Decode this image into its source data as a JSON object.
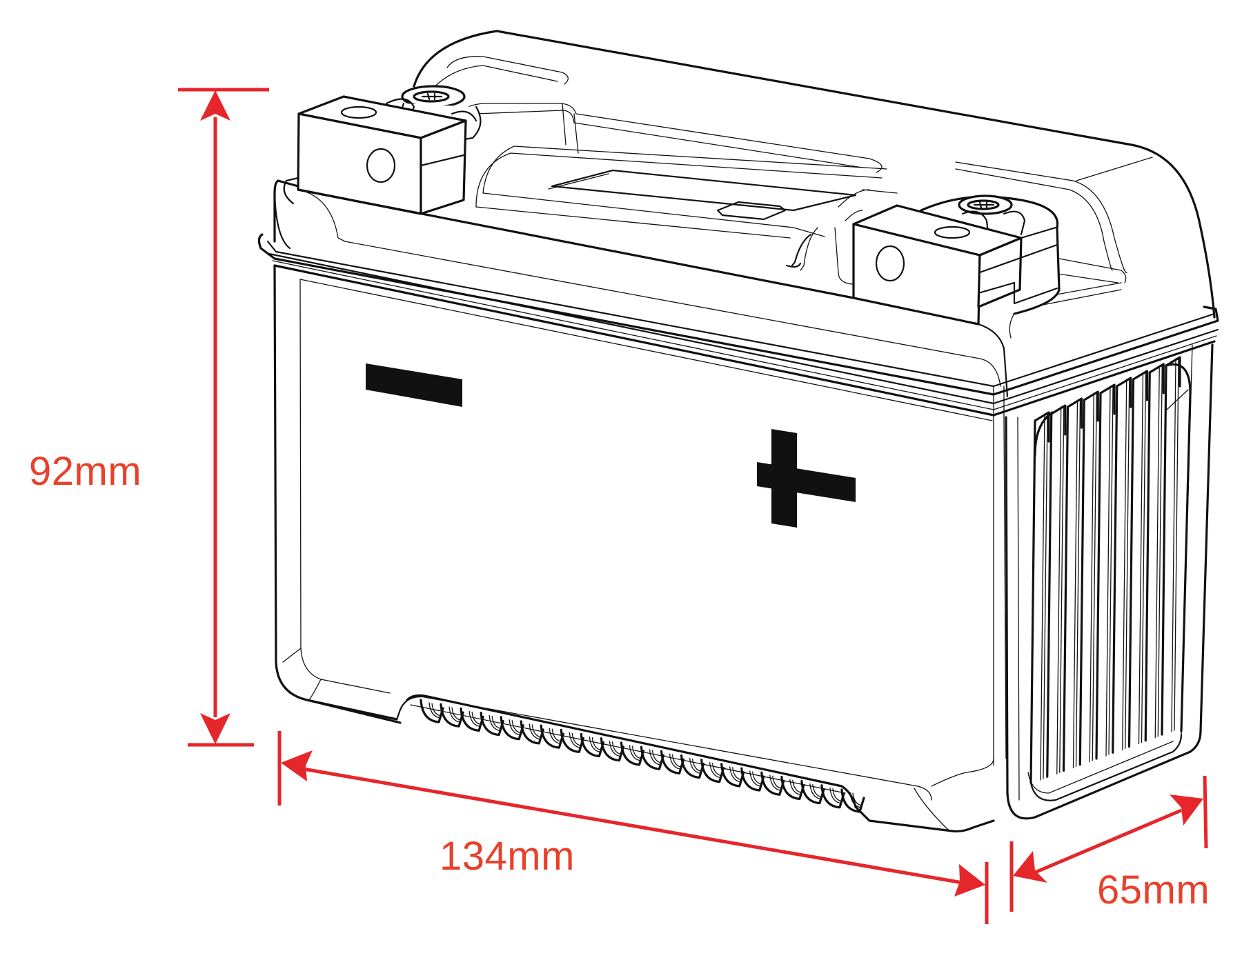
{
  "diagram": {
    "subject": "battery",
    "style": "line-art technical drawing",
    "colors": {
      "line": "#111111",
      "dimension": "#e5262b",
      "label": "#e8402a",
      "background": "#ffffff"
    },
    "terminals": {
      "negative_symbol": "−",
      "positive_symbol": "+"
    },
    "dimensions": {
      "height": {
        "label": "92mm",
        "value": 92,
        "unit": "mm"
      },
      "length": {
        "label": "134mm",
        "value": 134,
        "unit": "mm"
      },
      "width": {
        "label": "65mm",
        "value": 65,
        "unit": "mm"
      }
    }
  }
}
